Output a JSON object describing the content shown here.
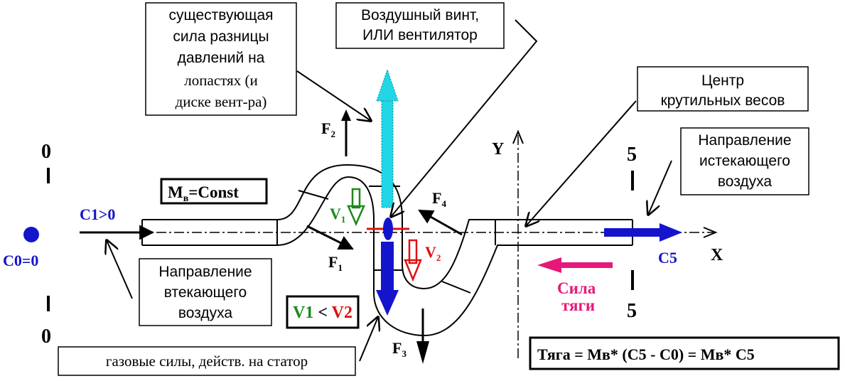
{
  "labels": {
    "box_existing": [
      "существующая",
      "сила разницы",
      "давлений на",
      "лопастях (и",
      "диске вент-ра)"
    ],
    "box_propeller": [
      "Воздушный винт,",
      "ИЛИ вентилятор"
    ],
    "box_center": [
      "Центр",
      "крутильных весов"
    ],
    "box_outflow": [
      "Направление",
      "истекающего",
      "воздуха"
    ],
    "box_inflow": [
      "Направление",
      "втекающего",
      "воздуха"
    ],
    "box_gas": "газовые силы, действ. на статор",
    "mass_flow": "Mв=Const",
    "v_compare": {
      "v1": "V1",
      "lt": "<",
      "v2": "V2"
    },
    "thrust_formula": "Тяга = Mв*  (C5 - C0) = Mв*  C5",
    "c1": "C1>0",
    "c0": "C0=0",
    "c5": "C5",
    "thrust_label": [
      "Сила",
      "тяги"
    ],
    "section_0": "0",
    "section_5": "5",
    "axis_x": "X",
    "axis_y": "Y",
    "f1": "F1",
    "f2": "F2",
    "f3": "F3",
    "f4": "F4",
    "v1": "V1",
    "v2": "V2"
  },
  "colors": {
    "blue": "#1414cc",
    "cyan": "#22d6e6",
    "green": "#1a8a1a",
    "red": "#e01010",
    "magenta": "#e6197a",
    "black": "#000000"
  },
  "icons": {
    "point_c0": "blue-dot-icon",
    "propeller": "propeller-icon"
  }
}
